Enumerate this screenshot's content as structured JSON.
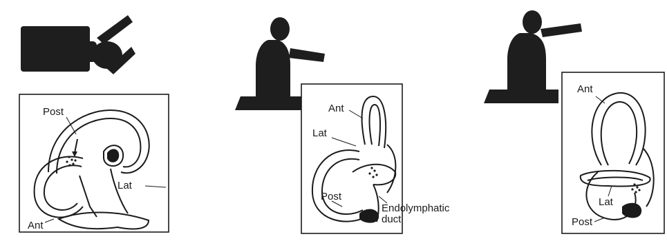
{
  "panels": [
    {
      "id": "panel-1",
      "labels": {
        "post": "Post",
        "lat": "Lat",
        "ant": "Ant"
      }
    },
    {
      "id": "panel-2",
      "labels": {
        "ant": "Ant",
        "lat": "Lat",
        "post": "Post",
        "duct_line1": "Endolymphatic",
        "duct_line2": "duct"
      }
    },
    {
      "id": "panel-3",
      "labels": {
        "ant": "Ant",
        "lat": "Lat",
        "post": "Post"
      }
    }
  ],
  "colors": {
    "ink": "#1a1a1a",
    "paper": "#ffffff",
    "figure": "#1e1e1e"
  }
}
